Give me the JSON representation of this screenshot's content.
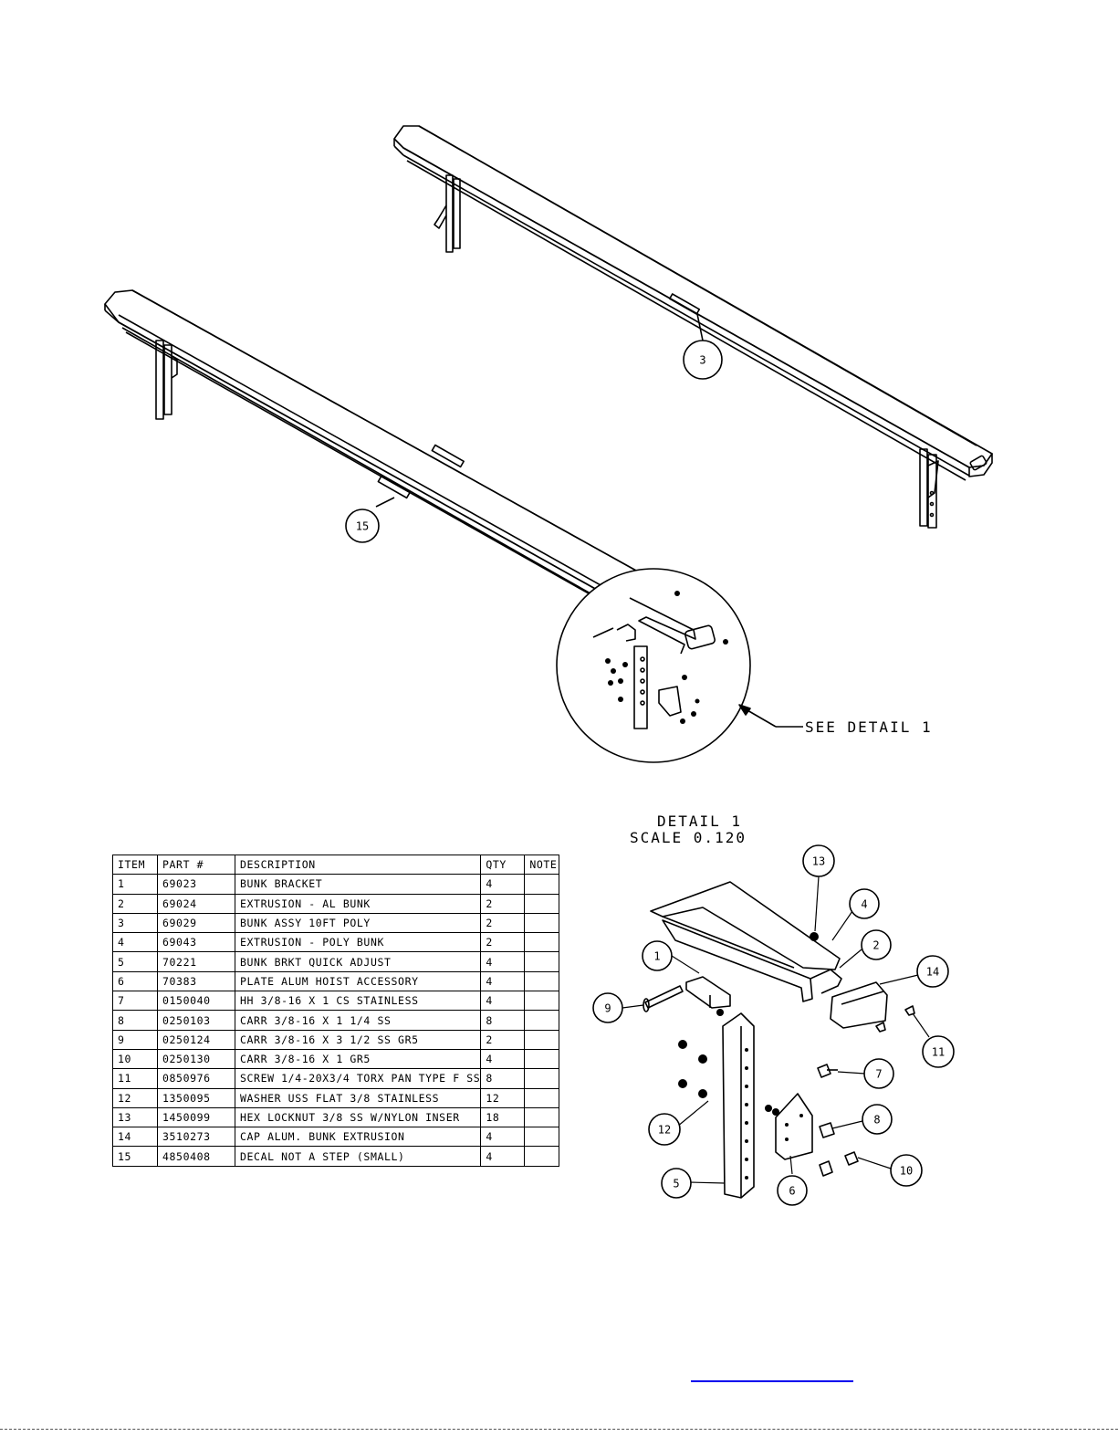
{
  "balloons": {
    "b3": "3",
    "b15": "15",
    "detail": [
      "1",
      "2",
      "4",
      "5",
      "6",
      "7",
      "8",
      "9",
      "10",
      "11",
      "12",
      "13",
      "14"
    ]
  },
  "callout": "SEE DETAIL  1",
  "detail_title": "DETAIL  1",
  "detail_scale": "SCALE  0.120",
  "bom": {
    "headers": [
      "ITEM",
      "PART #",
      "DESCRIPTION",
      "QTY",
      "NOTE"
    ],
    "rows": [
      [
        "1",
        "69023",
        "BUNK BRACKET",
        "4",
        ""
      ],
      [
        "2",
        "69024",
        "EXTRUSION - AL BUNK",
        "2",
        ""
      ],
      [
        "3",
        "69029",
        "BUNK ASSY 10FT POLY",
        "2",
        ""
      ],
      [
        "4",
        "69043",
        "EXTRUSION - POLY BUNK",
        "2",
        ""
      ],
      [
        "5",
        "70221",
        "BUNK BRKT QUICK ADJUST",
        "4",
        ""
      ],
      [
        "6",
        "70383",
        "PLATE ALUM HOIST ACCESSORY",
        "4",
        ""
      ],
      [
        "7",
        "0150040",
        "HH 3/8-16 X 1 CS STAINLESS",
        "4",
        ""
      ],
      [
        "8",
        "0250103",
        "CARR 3/8-16 X 1 1/4 SS",
        "8",
        ""
      ],
      [
        "9",
        "0250124",
        "CARR 3/8-16 X 3 1/2 SS GR5",
        "2",
        ""
      ],
      [
        "10",
        "0250130",
        "CARR 3/8-16 X 1 GR5",
        "4",
        ""
      ],
      [
        "11",
        "0850976",
        "SCREW 1/4-20X3/4 TORX PAN TYPE F SS",
        "8",
        ""
      ],
      [
        "12",
        "1350095",
        "WASHER USS FLAT 3/8 STAINLESS",
        "12",
        ""
      ],
      [
        "13",
        "1450099",
        "HEX LOCKNUT 3/8 SS W/NYLON INSER",
        "18",
        ""
      ],
      [
        "14",
        "3510273",
        "CAP ALUM. BUNK EXTRUSION",
        "4",
        ""
      ],
      [
        "15",
        "4850408",
        "DECAL NOT A STEP (SMALL)",
        "4",
        ""
      ]
    ]
  }
}
